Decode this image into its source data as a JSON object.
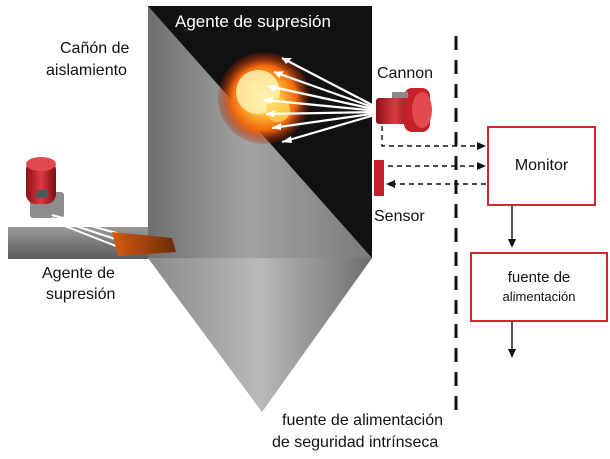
{
  "labels": {
    "agent_top": "Agente de supresión",
    "cannon_label_left_line1": "Cañón de",
    "cannon_label_left_line2": "aislamiento",
    "cannon": "Cannon",
    "sensor": "Sensor",
    "agent_bottom_line1": "Agente de",
    "agent_bottom_line2": "supresión",
    "monitor": "Monitor",
    "power_line1": "fuente de",
    "power_line2": "alimentación",
    "intrinsic_line1": "fuente de alimentación",
    "intrinsic_line2": "de seguridad intrínseca"
  },
  "colors": {
    "box_border": "#d7262e",
    "device_red": "#c6202a",
    "silo_gray": "#8c8c8c",
    "interior": "#111111"
  },
  "icons": {
    "cannon_device": "cannon-icon",
    "isolation_cannon_device": "isolation-cannon-icon",
    "sensor_device": "sensor-icon",
    "explosion": "fireball-icon"
  }
}
